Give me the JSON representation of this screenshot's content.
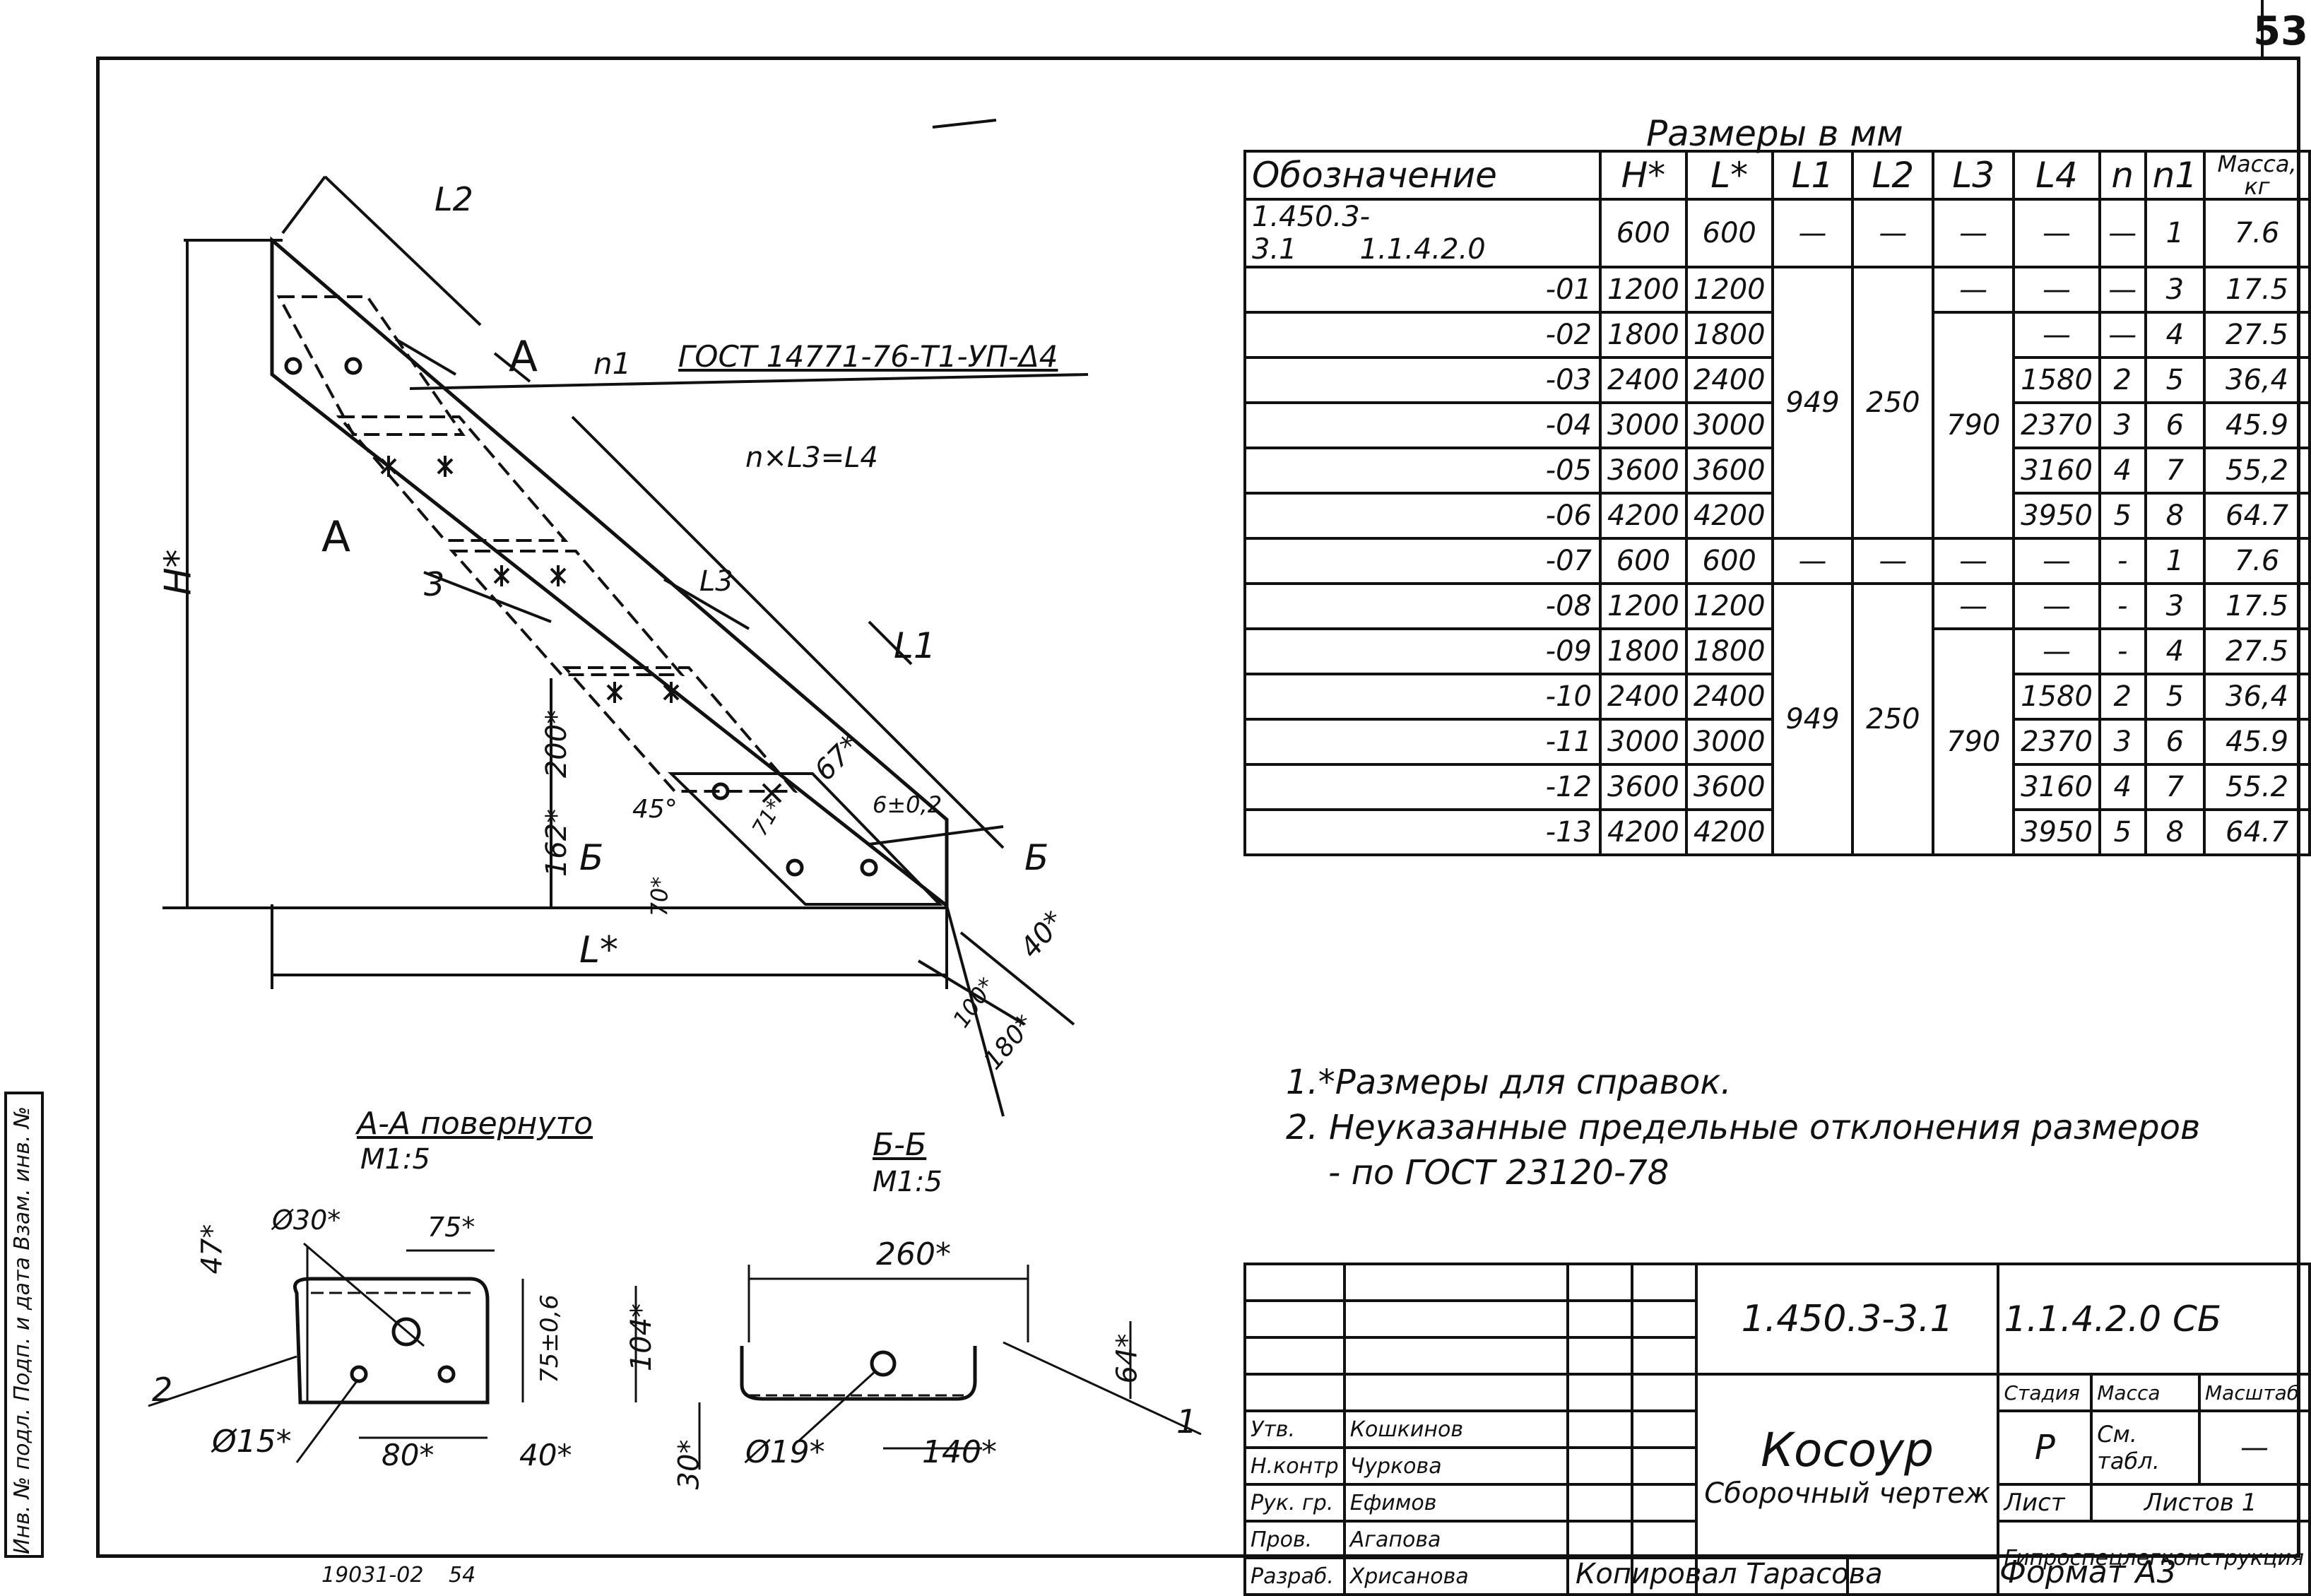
{
  "page_number": "53",
  "sizes_caption": "Размеры в мм",
  "sizes_headers": [
    "Обозначение",
    "H*",
    "L*",
    "L1",
    "L2",
    "L3",
    "L4",
    "n",
    "n1",
    "Масса, кг"
  ],
  "sizes_rows": [
    {
      "des": "1.450.3-3.1",
      "des2": "1.1.4.2.0",
      "H": "600",
      "L": "600",
      "L1": "—",
      "L2": "—",
      "L3": "—",
      "L4": "—",
      "n": "—",
      "n1": "1",
      "mass": "7.6"
    },
    {
      "des": "-01",
      "H": "1200",
      "L": "1200",
      "L3": "—",
      "L4": "—",
      "n": "—",
      "n1": "3",
      "mass": "17.5"
    },
    {
      "des": "-02",
      "H": "1800",
      "L": "1800",
      "L4": "—",
      "n": "—",
      "n1": "4",
      "mass": "27.5"
    },
    {
      "des": "-03",
      "H": "2400",
      "L": "2400",
      "L1": "949",
      "L2": "250",
      "L3": "790",
      "L4": "1580",
      "n": "2",
      "n1": "5",
      "mass": "36,4"
    },
    {
      "des": "-04",
      "H": "3000",
      "L": "3000",
      "L4": "2370",
      "n": "3",
      "n1": "6",
      "mass": "45.9"
    },
    {
      "des": "-05",
      "H": "3600",
      "L": "3600",
      "L4": "3160",
      "n": "4",
      "n1": "7",
      "mass": "55,2"
    },
    {
      "des": "-06",
      "H": "4200",
      "L": "4200",
      "L4": "3950",
      "n": "5",
      "n1": "8",
      "mass": "64.7"
    },
    {
      "des": "-07",
      "H": "600",
      "L": "600",
      "L1": "—",
      "L2": "—",
      "L3": "—",
      "L4": "—",
      "n": "-",
      "n1": "1",
      "mass": "7.6"
    },
    {
      "des": "-08",
      "H": "1200",
      "L": "1200",
      "L3": "—",
      "L4": "—",
      "n": "-",
      "n1": "3",
      "mass": "17.5"
    },
    {
      "des": "-09",
      "H": "1800",
      "L": "1800",
      "L4": "—",
      "n": "-",
      "n1": "4",
      "mass": "27.5"
    },
    {
      "des": "-10",
      "H": "2400",
      "L": "2400",
      "L1": "949",
      "L2": "250",
      "L3": "790",
      "L4": "1580",
      "n": "2",
      "n1": "5",
      "mass": "36,4"
    },
    {
      "des": "-11",
      "H": "3000",
      "L": "3000",
      "L4": "2370",
      "n": "3",
      "n1": "6",
      "mass": "45.9"
    },
    {
      "des": "-12",
      "H": "3600",
      "L": "3600",
      "L4": "3160",
      "n": "4",
      "n1": "7",
      "mass": "55.2"
    },
    {
      "des": "-13",
      "H": "4200",
      "L": "4200",
      "L4": "3950",
      "n": "5",
      "n1": "8",
      "mass": "64.7"
    }
  ],
  "notes": [
    "1.*Размеры для справок.",
    "2. Неуказанные предельные отклонения размеров",
    "- по ГОСТ 23120-78"
  ],
  "main_view": {
    "labels": {
      "L2": "L2",
      "L1": "L1",
      "L3": "L3",
      "H": "H*",
      "L": "L*",
      "nL3": "n×L3=L4",
      "n1": "n1",
      "gost": "ГОСТ 14771-76-Т1-УП-Δ4",
      "A": "А",
      "B": "Б",
      "part3": "3",
      "d200": "200*",
      "d162": "162*",
      "d70": "70*",
      "d71": "71*",
      "d67": "67*",
      "d6": "6±0,2",
      "d40": "40*",
      "d100": "100*",
      "d180": "180*",
      "ang": "45°"
    }
  },
  "section_aa": {
    "title": "А-А повернуто",
    "scale": "М1:5",
    "labels": {
      "d30": "Ø30*",
      "d75": "75*",
      "d47": "47*",
      "d75tol": "75±0,6",
      "d104": "104*",
      "d15": "Ø15*",
      "d80": "80*",
      "d40": "40*",
      "part2": "2"
    }
  },
  "section_bb": {
    "title": "Б-Б",
    "scale": "М1:5",
    "labels": {
      "d260": "260*",
      "d64": "64*",
      "d30": "30*",
      "d19": "Ø19*",
      "d140": "140*",
      "part1": "1"
    }
  },
  "title_block": {
    "code": "1.450.3-3.1",
    "doc": "1.1.4.2.0 СБ",
    "name": "Косоур",
    "subname": "Сборочный чертеж",
    "stage_label": "Стадия",
    "mass_label": "Масса",
    "scale_label": "Масштаб",
    "stage": "Р",
    "mass": "См. табл.",
    "scale": "—",
    "sheet_label": "Лист",
    "sheets_label": "Листов 1",
    "org": "Гипроспецлегконструкция",
    "roles": [
      {
        "role": "Утв.",
        "name": "Кошкинов"
      },
      {
        "role": "Н.контр",
        "name": "Чуркова"
      },
      {
        "role": "Рук. гр.",
        "name": "Ефимов"
      },
      {
        "role": "Пров.",
        "name": "Агапова"
      },
      {
        "role": "Разраб.",
        "name": "Хрисанова"
      }
    ],
    "bottom_left": "19031-02",
    "bottom_num": "54",
    "copier": "Копировал Тарасова",
    "format": "Формат А3"
  },
  "stamp": {
    "text": "Инв. № подл.  Подп. и дата  Взам. инв. №"
  }
}
